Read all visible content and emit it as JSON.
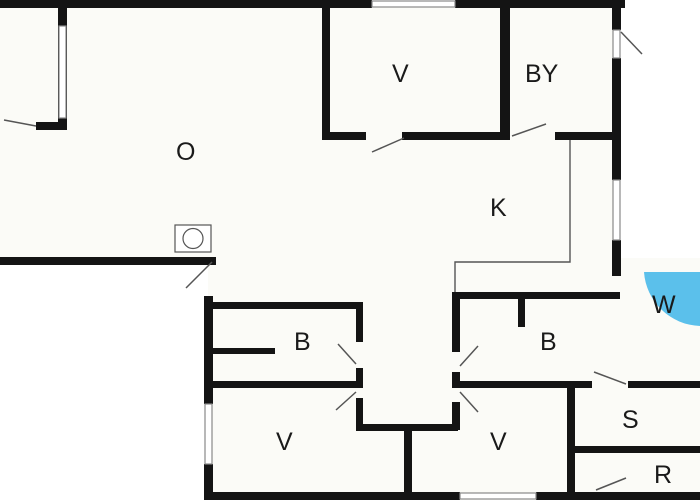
{
  "floor_plan": {
    "colors": {
      "wall": "#141414",
      "floor": "#fbfbf7",
      "background": "#ffffff",
      "thin_line": "#555555",
      "water_symbol": "#5bc0eb",
      "window_frame": "#888888"
    },
    "rooms": [
      {
        "id": "living",
        "label": "O"
      },
      {
        "id": "bedroom-top",
        "label": "V"
      },
      {
        "id": "utility",
        "label": "BY"
      },
      {
        "id": "kitchen",
        "label": "K"
      },
      {
        "id": "bath-left",
        "label": "B"
      },
      {
        "id": "bath-right",
        "label": "B"
      },
      {
        "id": "bedroom-bottom-left",
        "label": "V"
      },
      {
        "id": "bedroom-bottom-right",
        "label": "V"
      },
      {
        "id": "sauna",
        "label": "S"
      },
      {
        "id": "storage",
        "label": "R"
      }
    ],
    "fixtures": {
      "water_symbol_label": "W",
      "stove_icon": "fireplace-icon"
    }
  }
}
